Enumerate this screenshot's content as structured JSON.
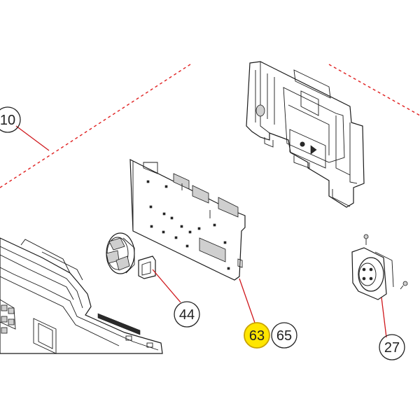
{
  "diagram": {
    "callouts": [
      {
        "id": "10",
        "label": "10",
        "highlighted": false
      },
      {
        "id": "44",
        "label": "44",
        "highlighted": false
      },
      {
        "id": "63",
        "label": "63",
        "highlighted": true
      },
      {
        "id": "65",
        "label": "65",
        "highlighted": false
      },
      {
        "id": "27",
        "label": "27",
        "highlighted": false
      }
    ],
    "parts": [
      "control-board",
      "knob-switch",
      "rear-housing",
      "timer-motor",
      "console-panel",
      "screws"
    ],
    "colors": {
      "leader": "#d0191e",
      "dashed_guide": "#e02020",
      "highlight_fill": "#ffe600",
      "line_art": "#1a1a1a"
    }
  }
}
